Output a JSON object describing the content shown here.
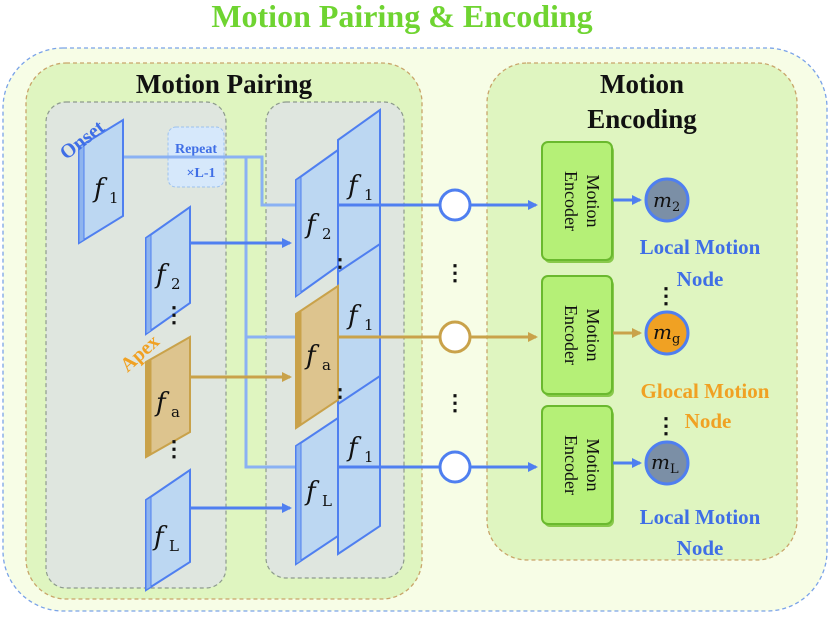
{
  "title": "Motion Pairing & Encoding",
  "pairing": {
    "title": "Motion Pairing",
    "onset_label": "Onset",
    "apex_label": "Apex",
    "repeat_line1": "Repeat",
    "repeat_line2": "×L-1",
    "frames": {
      "f1": {
        "base": "f",
        "sub": "1"
      },
      "f2": {
        "base": "f",
        "sub": "2"
      },
      "fa": {
        "base": "f",
        "sub": "a"
      },
      "fL": {
        "base": "f",
        "sub": "L"
      }
    },
    "ellipsis": "⋮"
  },
  "encoding": {
    "title_line1": "Motion",
    "title_line2": "Encoding",
    "encoder_line1": "Motion",
    "encoder_line2": "Encoder",
    "nodes": {
      "m2": {
        "base": "m",
        "sub": "2"
      },
      "mg": {
        "base": "m",
        "sub": "g"
      },
      "mL": {
        "base": "m",
        "sub": "L"
      }
    },
    "local_label_1": "Local Motion",
    "local_label_2": "Node",
    "glocal_label_1": "Glocal Motion",
    "glocal_label_2": "Node"
  },
  "colors": {
    "title_green": "#6fd431",
    "blue": "#4f7ff0",
    "blue_fill": "#bcd7f2",
    "gold": "#c9a24a",
    "gold_fill": "#ddc48e",
    "encoder_green": "#b5f077",
    "node_orange": "#f0a123",
    "node_blue": "#4f7ff0"
  }
}
